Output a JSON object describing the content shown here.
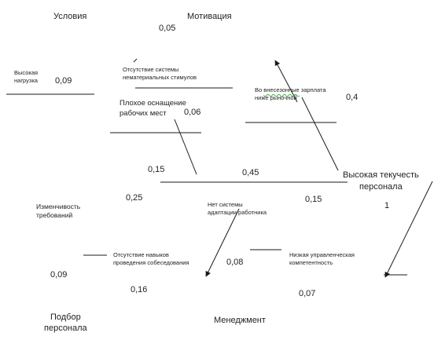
{
  "categories": {
    "conditions": "Условия",
    "motivation": "Мотивация",
    "hiring": [
      "Подбор",
      "персонала"
    ],
    "management": "Менеджмент"
  },
  "effect": {
    "lines": [
      "Высокая текучесть",
      "персонала"
    ],
    "value": "1"
  },
  "causes": {
    "high_load": [
      "Высокая",
      "нагрузка"
    ],
    "no_nonmaterial_incentives": [
      "Отсутствие системы",
      "нематериальных стимулов"
    ],
    "poor_equipment": [
      "Плохое оснащение",
      "рабочих мест"
    ],
    "salary_below_market": [
      "Во",
      "внесезонные",
      " зарплата",
      "ниже рыночной"
    ],
    "changing_requirements": [
      "Изменчивость",
      "требований"
    ],
    "no_interview_skills": [
      "Отсутствие навыков",
      "проведения собеседования"
    ],
    "no_adaptation_system": [
      "Нет системы",
      "адаптации работника"
    ],
    "low_management_competence": [
      "Низкая управленческая",
      "компетентность"
    ]
  },
  "weights": {
    "motivation": "0,05",
    "high_load": "0,09",
    "poor_equipment": "0,06",
    "salary": "0,4",
    "conditions": "0,15",
    "spine": "0,45",
    "changing_requirements": "0,25",
    "management": "0,15",
    "hiring": "0,09",
    "adaptation": "0,08",
    "interview_skills": "0,16",
    "low_competence": "0,07"
  },
  "colors": {
    "line": "#1a1a1a",
    "text": "#222222",
    "spellcheck": "#3cb043"
  }
}
